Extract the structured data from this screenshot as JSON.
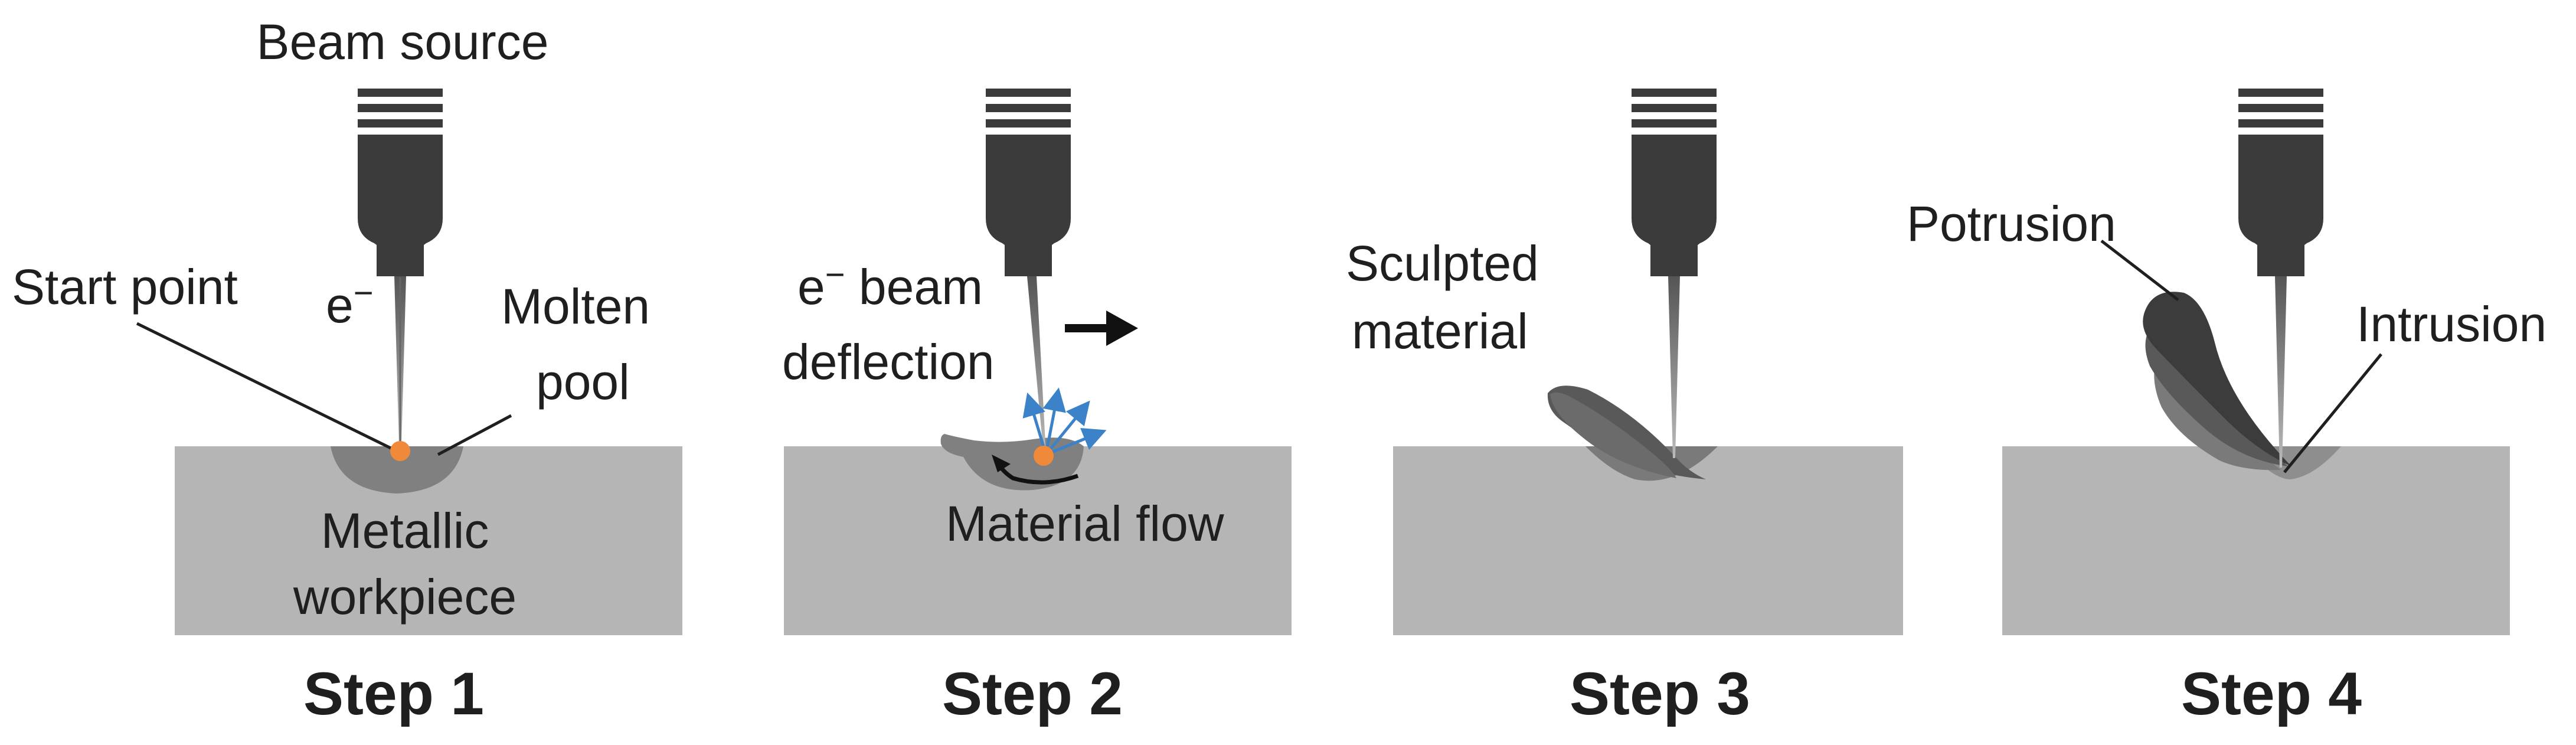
{
  "colors": {
    "background": "#ffffff",
    "workpiece": "#b5b5b5",
    "molten_pool": "#808080",
    "sculpt_dark": "#3c3c3c",
    "sculpt_mid": "#595959",
    "sculpt_light": "#7a7a7a",
    "gun": "#3b3b3b",
    "start_point": "#f08a3a",
    "scatter_arrows": "#3c82c8",
    "text": "#1f1f1f"
  },
  "icons": [
    "electron-beam-gun-icon",
    "start-point-dot",
    "beam-deflection-arrow",
    "flow-arrow"
  ],
  "panels": [
    {
      "step": "Step 1",
      "labels": {
        "beam_source": "Beam source",
        "start_point": "Start point",
        "electron": "e",
        "electron_sup": "−",
        "molten": "Molten",
        "pool": "pool",
        "metallic": "Metallic",
        "workpiece": "workpiece"
      }
    },
    {
      "step": "Step 2",
      "labels": {
        "electron": "e",
        "electron_sup": "−",
        "beam": " beam",
        "deflection": "deflection",
        "material_flow": "Material flow"
      }
    },
    {
      "step": "Step 3",
      "labels": {
        "sculpted": "Sculpted",
        "material": "material"
      }
    },
    {
      "step": "Step 4",
      "labels": {
        "protrusion": "Potrusion",
        "intrusion": "Intrusion"
      }
    }
  ]
}
